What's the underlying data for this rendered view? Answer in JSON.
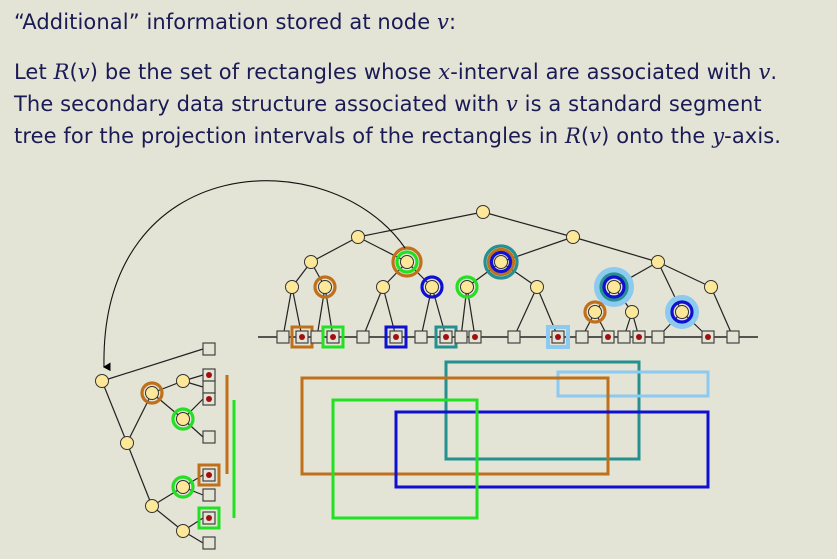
{
  "text": {
    "heading": "“Additional” information stored at node ",
    "heading_var": "v",
    "heading_end": ":",
    "p1_a": "Let ",
    "p1_R": "R",
    "p1_b": "(",
    "p1_v": "v",
    "p1_c": ") be the set of rectangles whose ",
    "p1_x": "x",
    "p1_d": "-interval are associated with ",
    "p1_v2": "v",
    "p1_e": ".",
    "p2_a": "The secondary data structure associated with ",
    "p2_v": "v",
    "p2_b": " is a standard segment",
    "p3_a": "tree for the projection intervals of the rectangles in ",
    "p3_R": "R",
    "p3_b": "(",
    "p3_v": "v",
    "p3_c": ") onto the ",
    "p3_y": "y",
    "p3_d": "-axis."
  },
  "colors": {
    "background": "#e3e3d6",
    "text": "#1a1a55",
    "node_fill": "#fde89a",
    "orange": "#c0701a",
    "green": "#22e022",
    "blue": "#1010d0",
    "teal": "#259090",
    "lightblue": "#8ccaf0",
    "dot": "#a01010"
  },
  "diagram": {
    "primary_tree": "segment tree on x-intervals",
    "secondary_tree": "segment tree on y-projections of R(v)",
    "rectangles": [
      {
        "name": "orange-rectangle",
        "color": "orange"
      },
      {
        "name": "green-rectangle",
        "color": "green"
      },
      {
        "name": "blue-rectangle",
        "color": "blue"
      },
      {
        "name": "teal-rectangle",
        "color": "teal"
      },
      {
        "name": "lightblue-rectangle",
        "color": "lightblue"
      }
    ]
  }
}
